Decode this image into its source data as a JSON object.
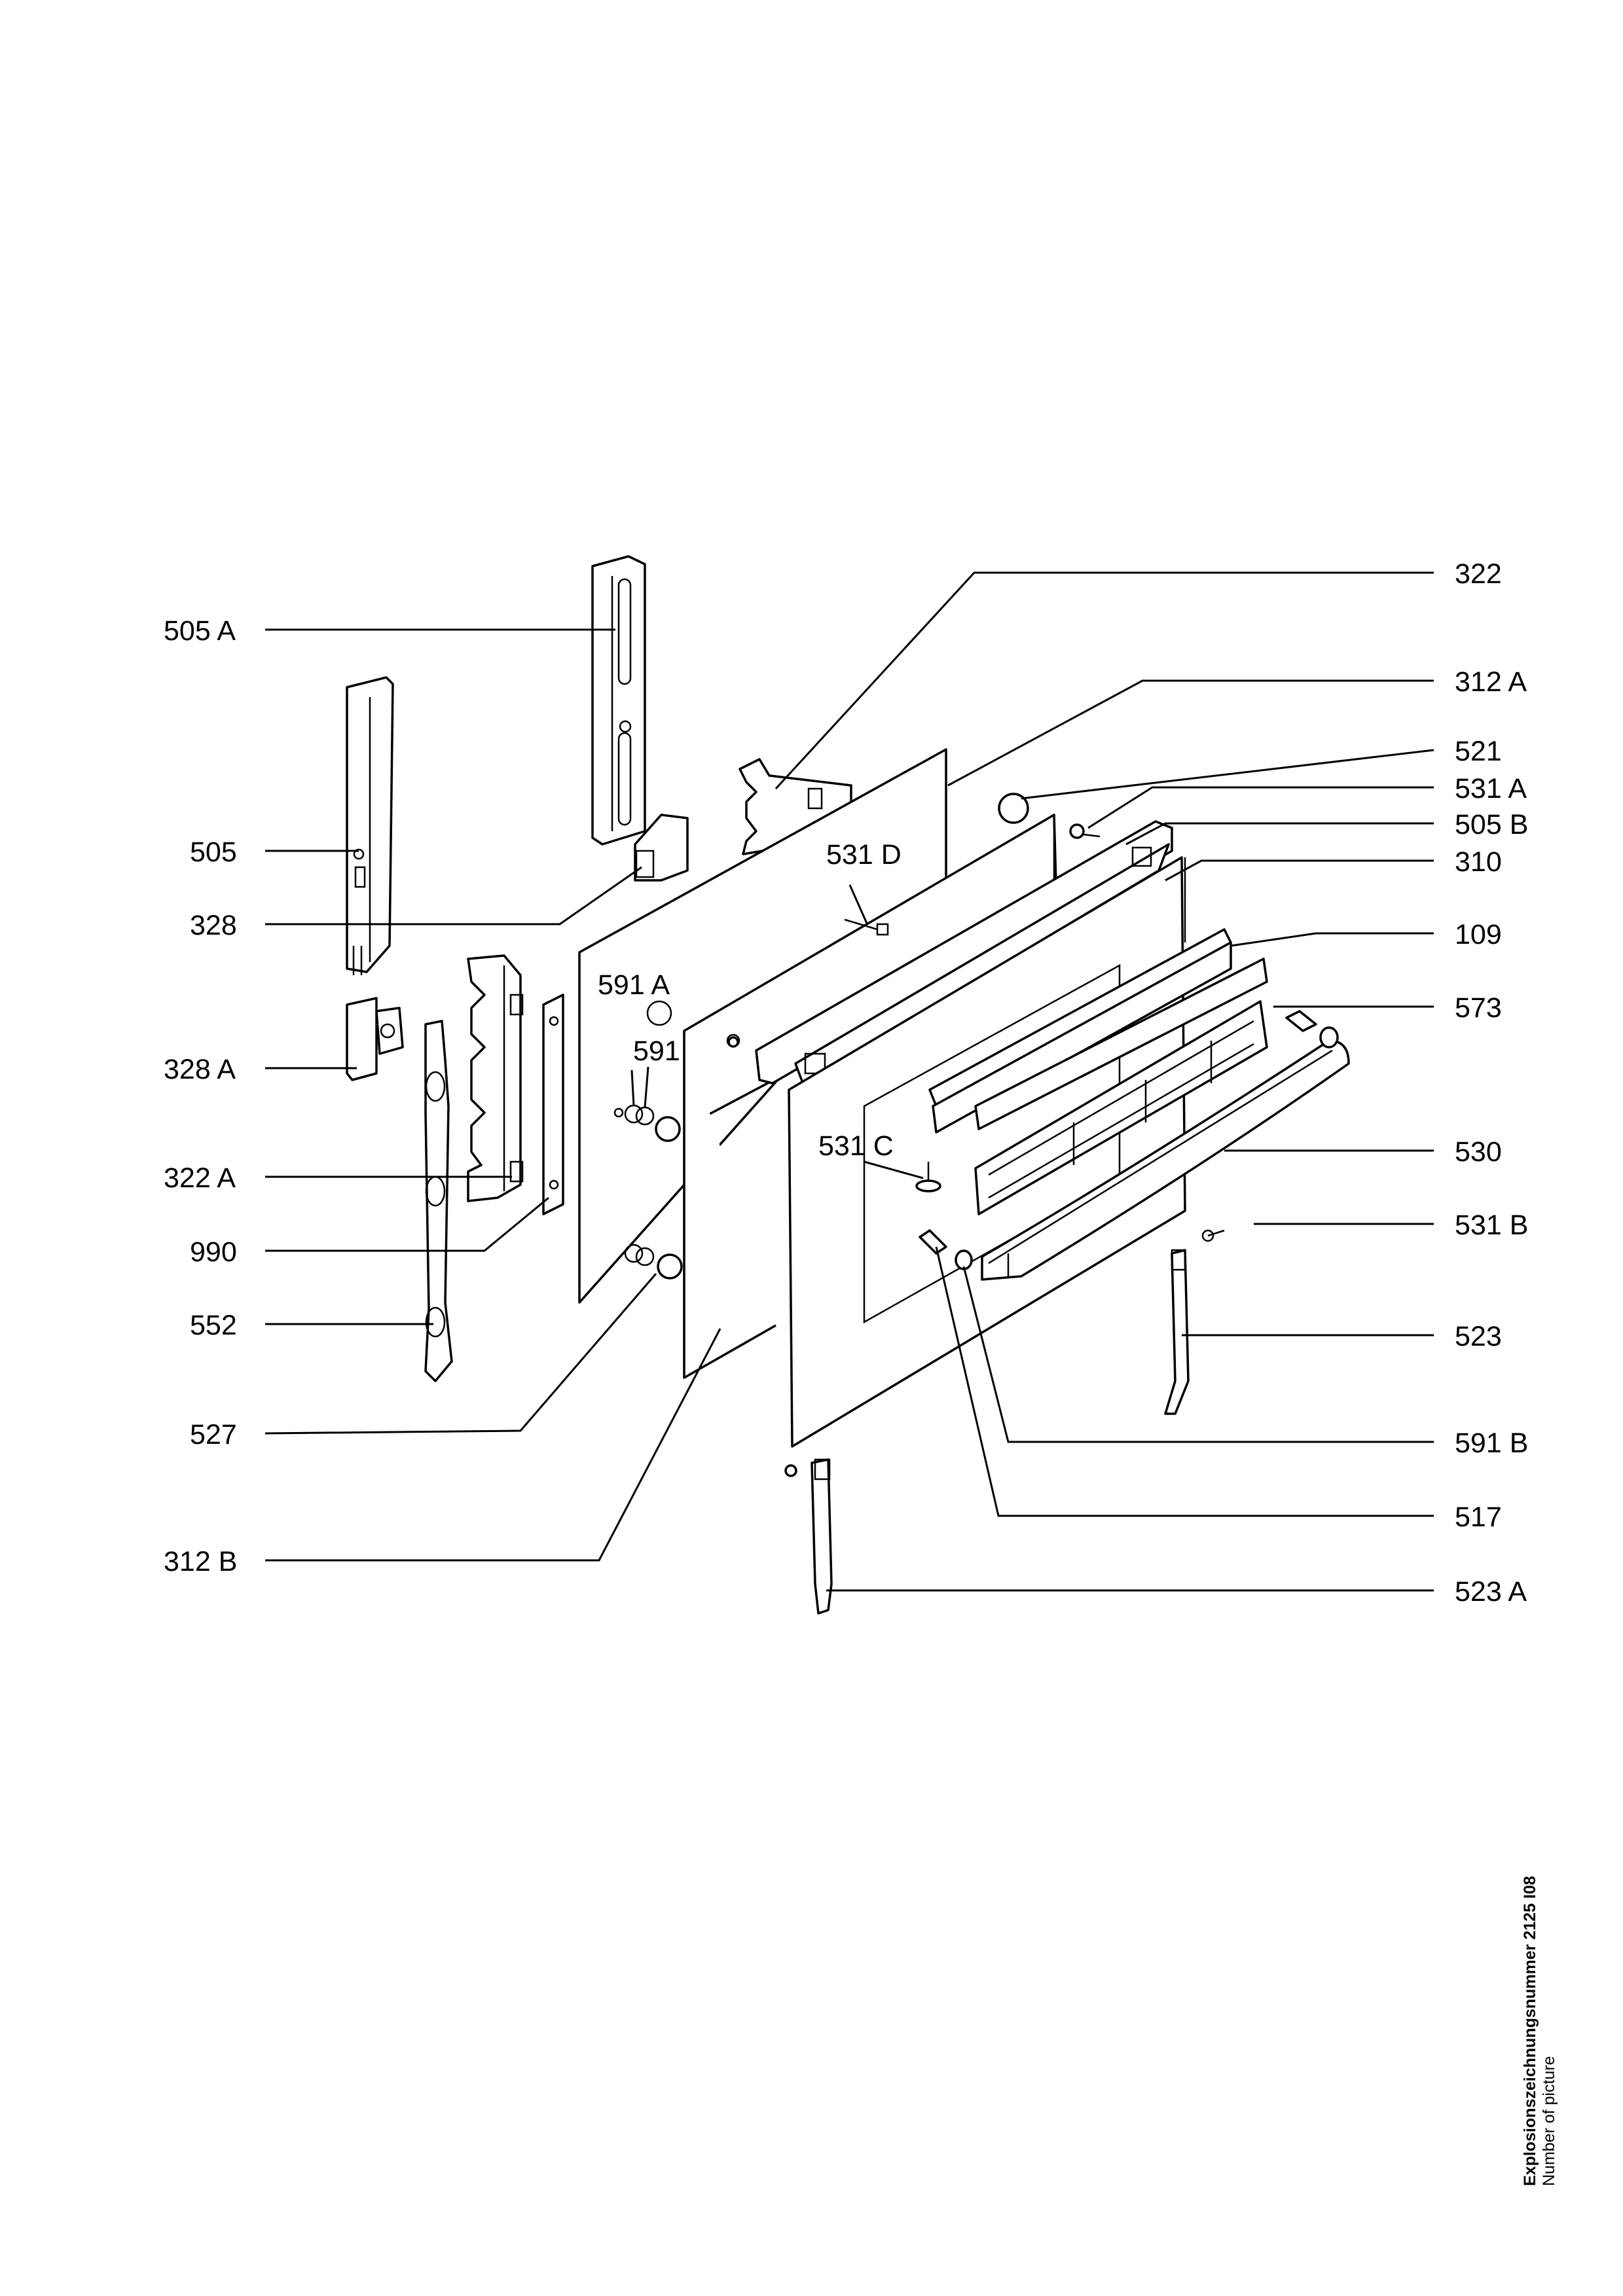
{
  "labels": {
    "l_505A": "505 A",
    "l_505": "505",
    "l_328": "328",
    "l_328A": "328 A",
    "l_322A": "322 A",
    "l_990": "990",
    "l_552": "552",
    "l_527": "527",
    "l_312B": "312 B",
    "l_591A": "591 A",
    "l_591": "591",
    "l_531D": "531 D",
    "l_531C": "531 C",
    "l_322": "322",
    "l_312A": "312 A",
    "l_521": "521",
    "l_531A": "531 A",
    "l_505B": "505 B",
    "l_310": "310",
    "l_109": "109",
    "l_573": "573",
    "l_530": "530",
    "l_531B": "531 B",
    "l_523": "523",
    "l_591B": "591 B",
    "l_517": "517",
    "l_523A": "523 A"
  },
  "caption": {
    "title": "Explosionszeichnungsnummer 2125 I08",
    "subtitle": "Number of picture"
  }
}
